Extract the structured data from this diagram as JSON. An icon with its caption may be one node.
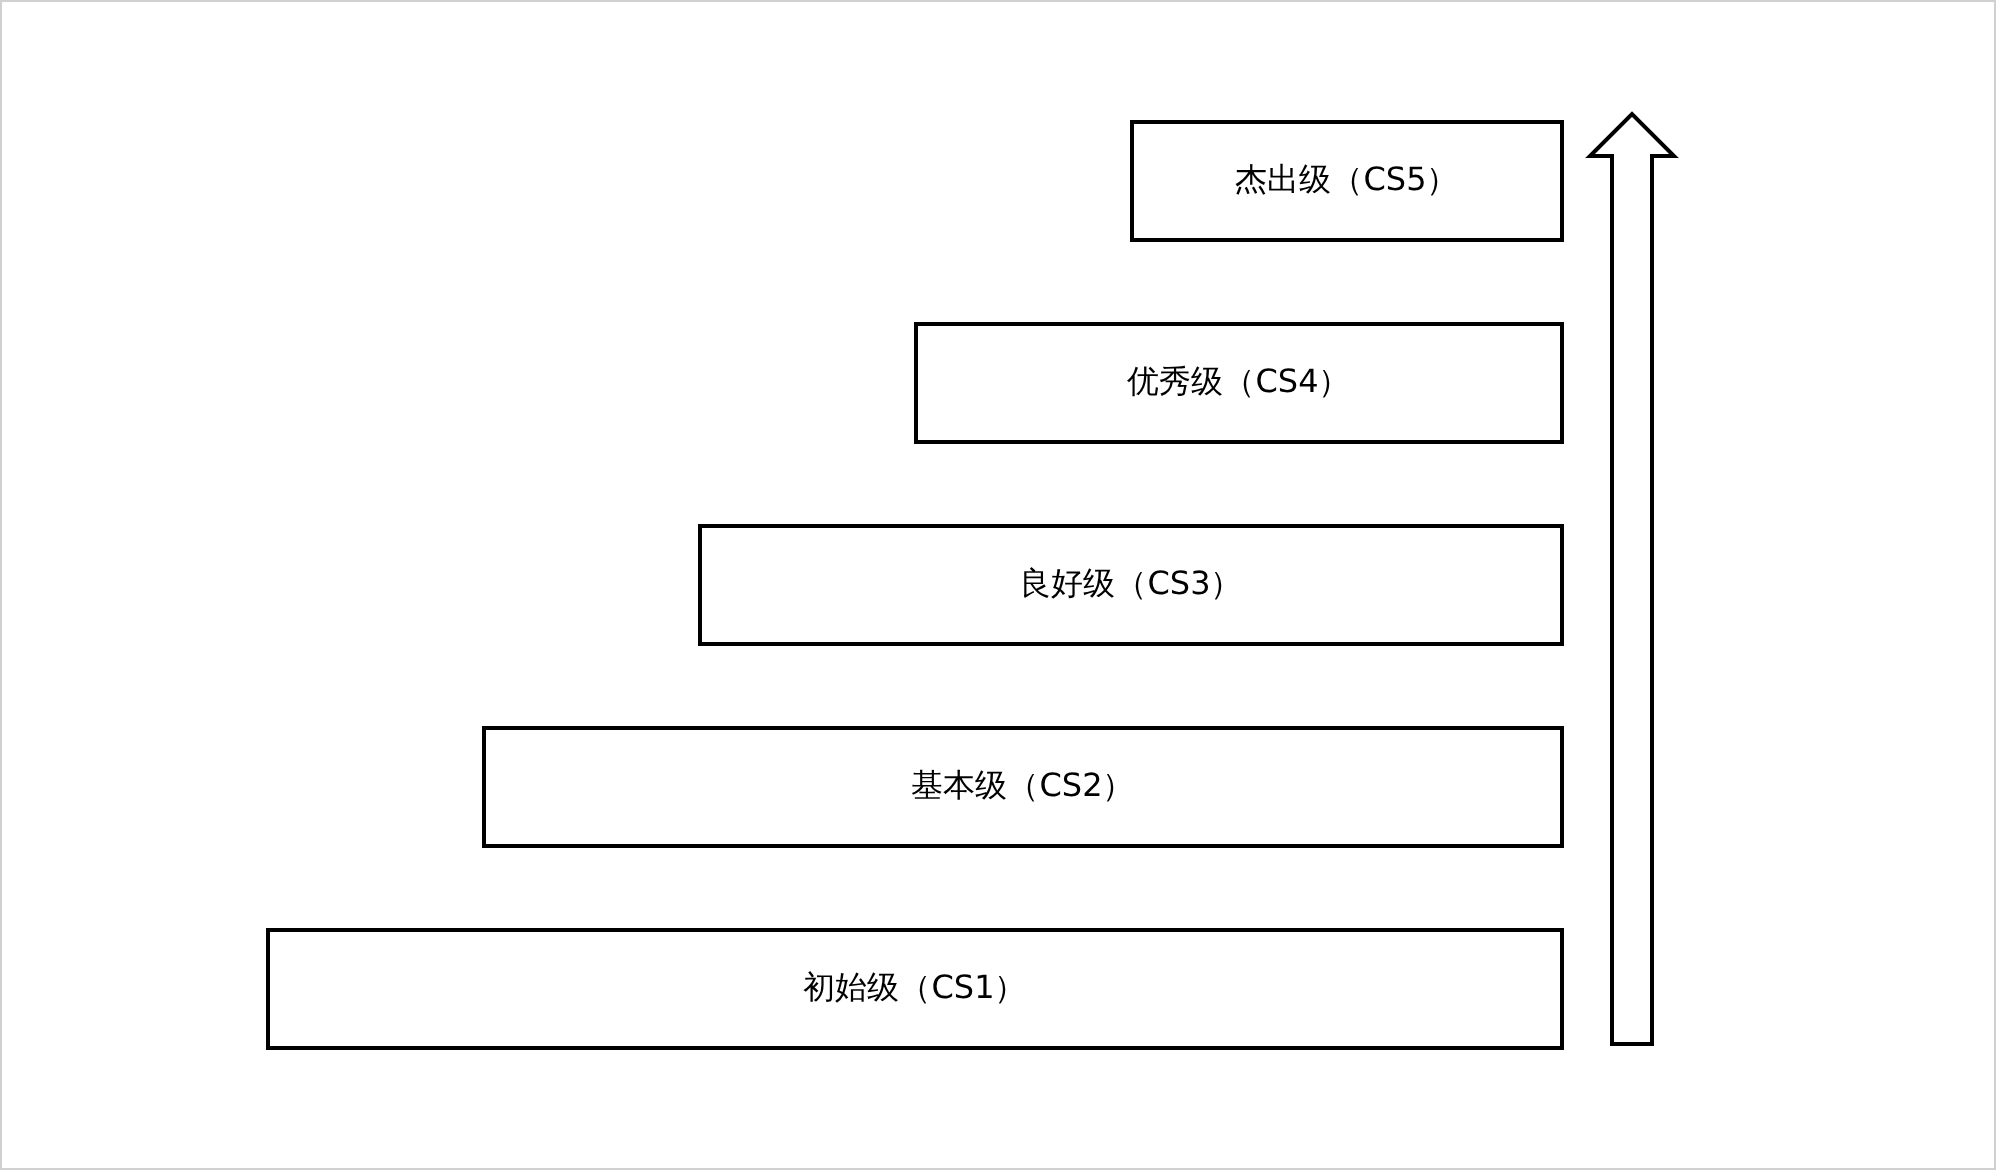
{
  "diagram": {
    "nodes": [
      {
        "text": [
          "杰出级（CS5）"
        ]
      },
      {
        "text": [
          "优秀级（CS4）"
        ]
      },
      {
        "text": [
          "良好级（CS3）"
        ]
      },
      {
        "text": [
          "基本级（CS2）"
        ]
      },
      {
        "text": [
          "初始级（CS1）"
        ]
      }
    ]
  }
}
